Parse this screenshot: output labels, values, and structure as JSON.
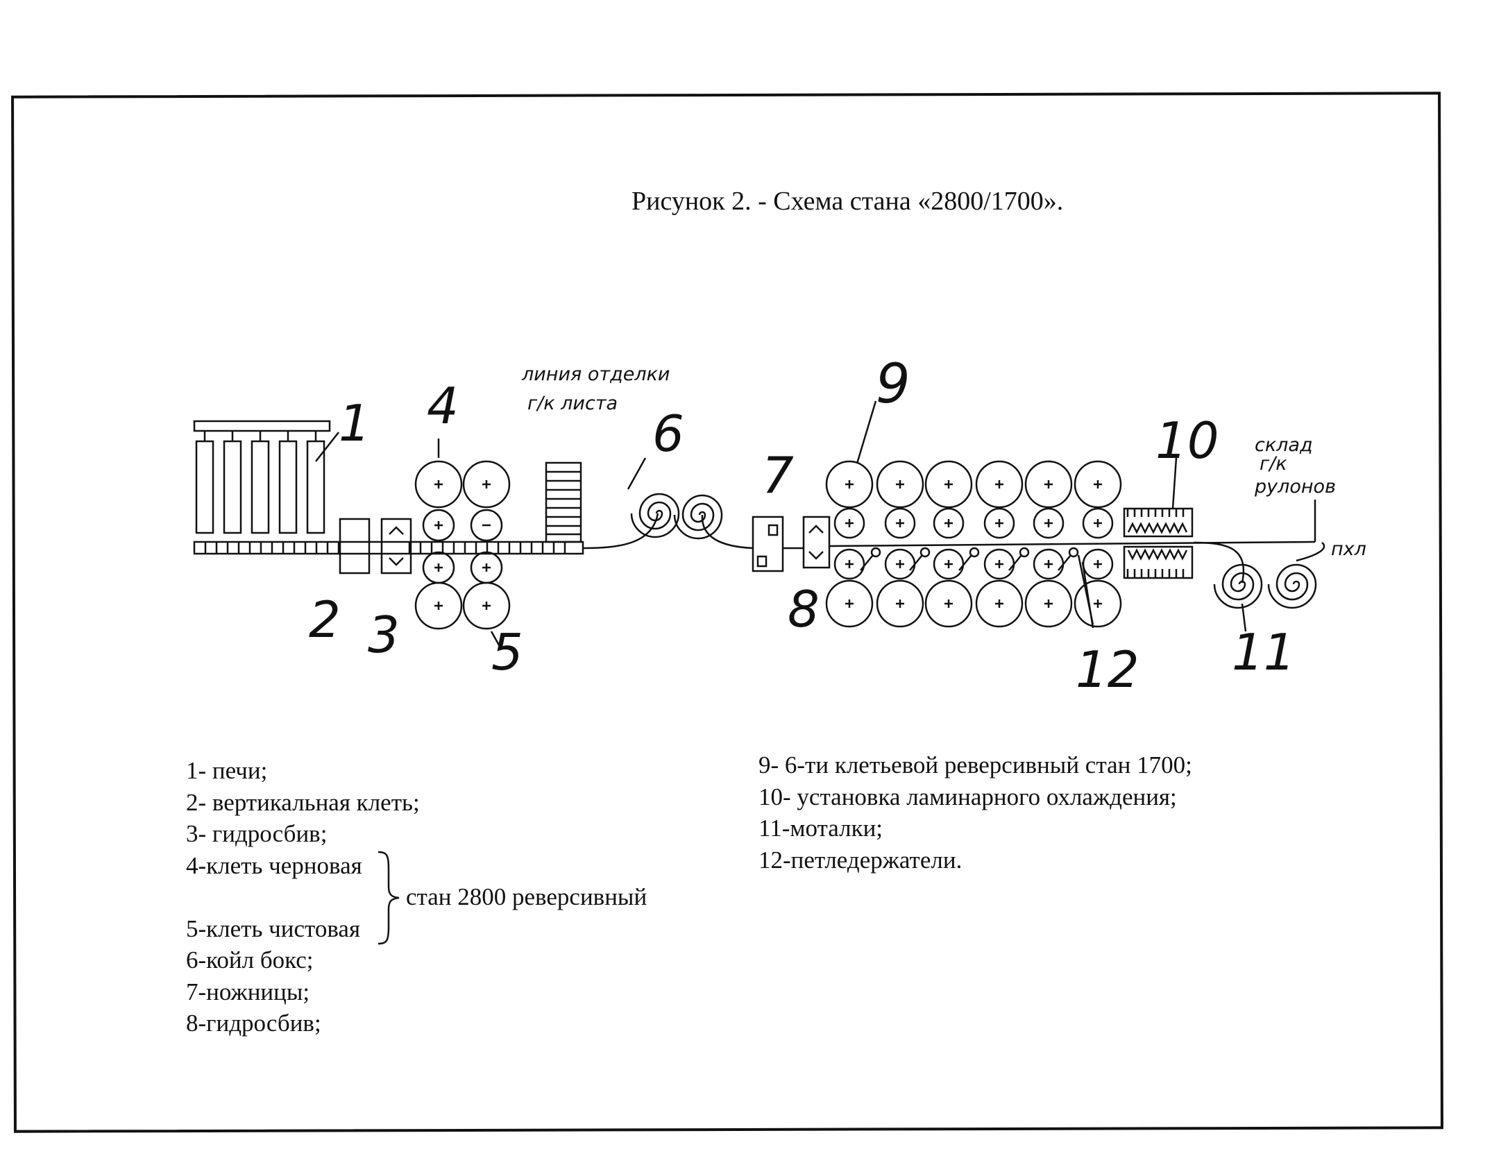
{
  "title": "Рисунок 2. - Схема  стана «2800/1700».",
  "callouts": {
    "n1": "1",
    "n2": "2",
    "n3": "3",
    "n4": "4",
    "n5": "5",
    "n6": "6",
    "n7": "7",
    "n8": "8",
    "n9": "9",
    "n10": "10",
    "n11": "11",
    "n12": "12"
  },
  "handwritten": {
    "finishing_line_1": "линия отделки",
    "finishing_line_2": "г/к листа",
    "warehouse_1": "склад",
    "warehouse_2": "г/к",
    "warehouse_3": "рулонов",
    "pkhl": "пхл"
  },
  "legend_left": [
    "1-  печи;",
    "2-  вертикальная клеть;",
    "3-  гидросбив;",
    "4-клеть черновая",
    "5-клеть чистовая",
    "6-койл бокс;",
    "7-ножницы;",
    "8-гидросбив;"
  ],
  "brace_label": "стан 2800 реверсивный",
  "legend_right": [
    "9- 6-ти клетьевой реверсивный стан 1700;",
    "10- установка ламинарного охлаждения;",
    "11-моталки;",
    "12-петледержатели."
  ]
}
